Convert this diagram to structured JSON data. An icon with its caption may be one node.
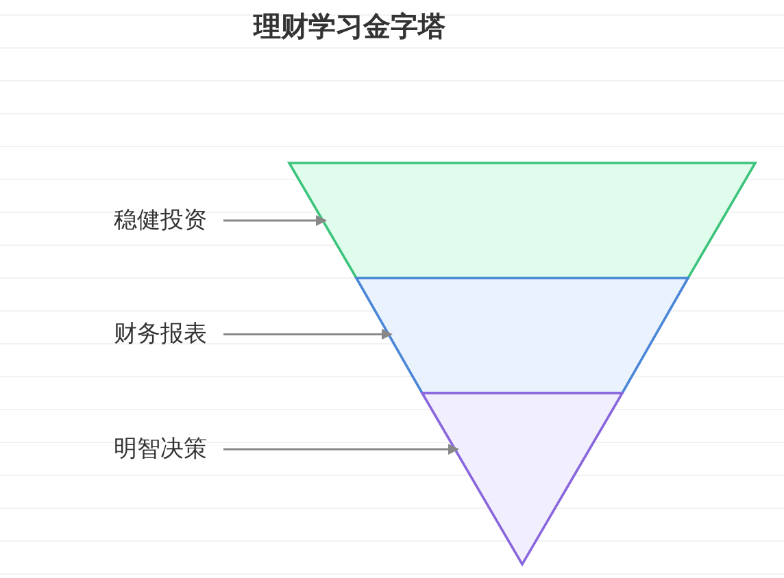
{
  "diagram": {
    "title": "理财学习金字塔",
    "nodes": [
      {
        "text": [],
        "shape": "trapezoid"
      },
      {
        "text": [],
        "shape": "trapezoid"
      },
      {
        "text": [],
        "shape": "triangle"
      },
      {
        "text": [
          "稳健投资"
        ]
      },
      {
        "text": [
          "财务报表"
        ]
      },
      {
        "text": [
          "明智决策"
        ]
      }
    ],
    "edges": [
      {
        "from": 3,
        "to": 0,
        "arrow": "to"
      },
      {
        "from": 4,
        "to": 1,
        "arrow": "to"
      },
      {
        "from": 5,
        "to": 2,
        "arrow": "to"
      }
    ]
  }
}
